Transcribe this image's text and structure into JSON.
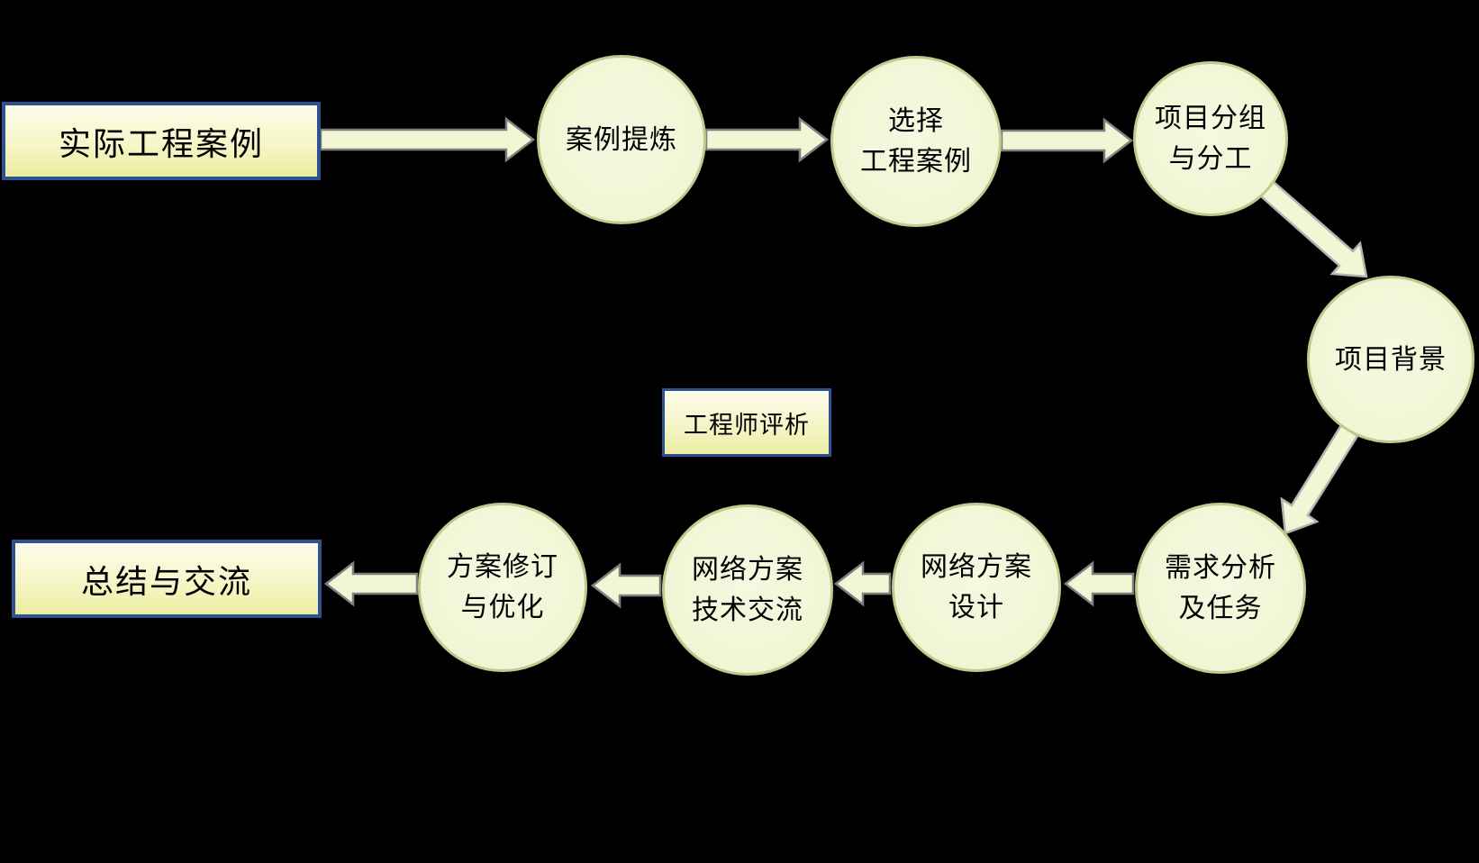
{
  "diagram": {
    "background_color": "#000000",
    "node_fill_color": "#F3F6D8",
    "circle_border_color": "#C3C98E",
    "rect_border_color": "#2E5191",
    "arrow_fill_color": "#F3F6D5",
    "arrow_outline_color": "#7F7F7F",
    "diagonal_arrow_outline_color": "#B3B3B3",
    "text_color": "#000000",
    "nodes": {
      "start": {
        "label": "实际工程案例"
      },
      "case_refine": {
        "label": "案例提炼"
      },
      "select_case": {
        "label": "选择\n工程案例"
      },
      "grouping": {
        "label": "项目分组\n与分工"
      },
      "project_background": {
        "label": "项目背景"
      },
      "requirement": {
        "label": "需求分析\n及任务"
      },
      "design": {
        "label": "网络方案\n设计"
      },
      "exchange": {
        "label": "网络方案\n技术交流"
      },
      "revision": {
        "label": "方案修订\n与优化"
      },
      "summary": {
        "label": "总结与交流"
      },
      "review": {
        "label": "工程师评析"
      }
    },
    "edges": [
      {
        "from": "实际工程案例",
        "to": "案例提炼"
      },
      {
        "from": "案例提炼",
        "to": "选择工程案例"
      },
      {
        "from": "选择工程案例",
        "to": "项目分组与分工"
      },
      {
        "from": "项目分组与分工",
        "to": "项目背景"
      },
      {
        "from": "项目背景",
        "to": "需求分析及任务"
      },
      {
        "from": "需求分析及任务",
        "to": "网络方案设计"
      },
      {
        "from": "网络方案设计",
        "to": "网络方案技术交流"
      },
      {
        "from": "网络方案技术交流",
        "to": "方案修订与优化"
      },
      {
        "from": "方案修订与优化",
        "to": "总结与交流"
      }
    ]
  }
}
